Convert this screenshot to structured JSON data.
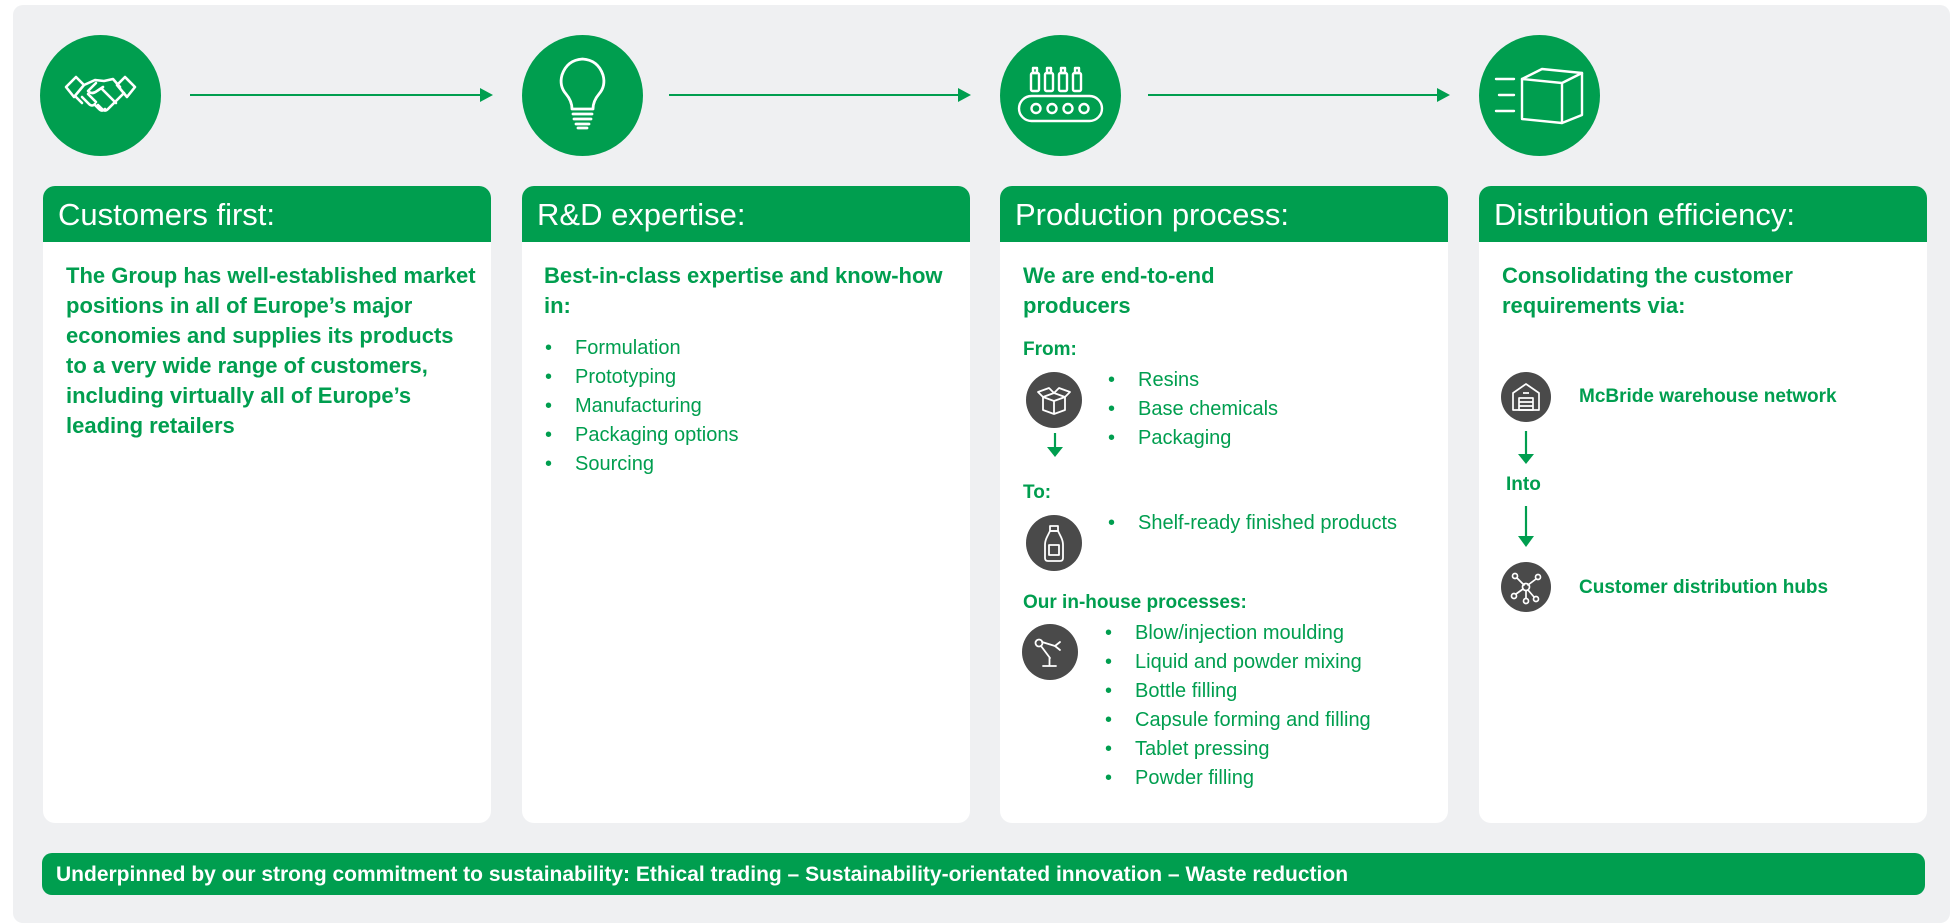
{
  "colors": {
    "brand_green": "#009e4f",
    "panel_bg": "#eff0f2",
    "icon_grey": "#4a4a4a"
  },
  "stages": [
    {
      "icon": "handshake-icon",
      "title": "Customers first:",
      "lead": "The Group has well-established market positions in all of Europe’s major economies and supplies its products to a very wide range of customers, including virtually all of Europe’s leading retailers"
    },
    {
      "icon": "lightbulb-icon",
      "title": "R&D expertise:",
      "lead": "Best-in-class expertise and know-how in:",
      "items": [
        "Formulation",
        "Prototyping",
        "Manufacturing",
        "Packaging options",
        "Sourcing"
      ]
    },
    {
      "icon": "conveyor-bottles-icon",
      "title": "Production process:",
      "lead": "We are end-to-end producers",
      "from_label": "From:",
      "from_items": [
        "Resins",
        "Base chemicals",
        "Packaging"
      ],
      "to_label": "To:",
      "to_items": [
        "Shelf-ready finished products"
      ],
      "processes_label": "Our in-house processes:",
      "processes": [
        "Blow/injection moulding",
        "Liquid and powder mixing",
        "Bottle filling",
        "Capsule forming and filling",
        "Tablet pressing",
        "Powder filling"
      ]
    },
    {
      "icon": "box-delivery-icon",
      "title": "Distribution efficiency:",
      "lead": "Consolidating the customer requirements via:",
      "warehouse": "McBride warehouse network",
      "into": "Into",
      "hubs": "Customer distribution hubs"
    }
  ],
  "footer": "Underpinned by our strong commitment to sustainability: Ethical trading – Sustainability-orientated innovation – Waste reduction"
}
